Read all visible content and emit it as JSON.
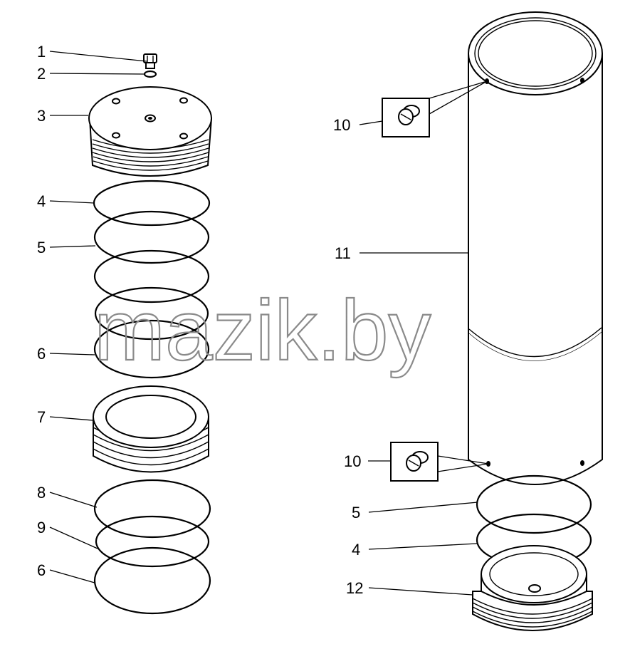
{
  "watermark": "mazik.by",
  "callouts": {
    "c1": "1",
    "c2": "2",
    "c3": "3",
    "c4_left": "4",
    "c5_left": "5",
    "c6_top": "6",
    "c7": "7",
    "c8": "8",
    "c9": "9",
    "c6_bottom": "6",
    "c10_top": "10",
    "c11": "11",
    "c10_bottom": "10",
    "c5_right": "5",
    "c4_right": "4",
    "c12": "12"
  }
}
